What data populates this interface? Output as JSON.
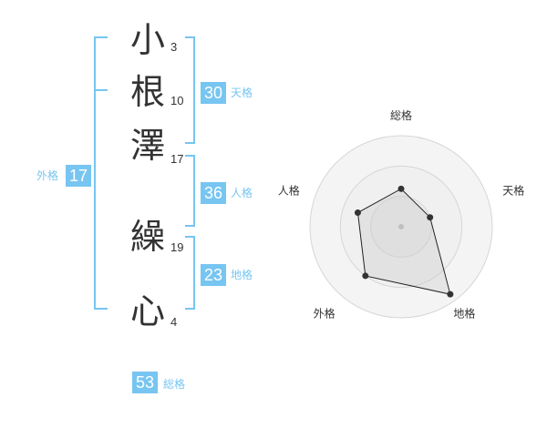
{
  "accent_color": "#77c5f1",
  "name_chars": [
    {
      "char": "小",
      "strokes": "3"
    },
    {
      "char": "根",
      "strokes": "10"
    },
    {
      "char": "澤",
      "strokes": "17"
    },
    {
      "char": "繰",
      "strokes": "19"
    },
    {
      "char": "心",
      "strokes": "4"
    }
  ],
  "kaku": {
    "ten": {
      "value": "30",
      "label": "天格"
    },
    "jin": {
      "value": "36",
      "label": "人格"
    },
    "chi": {
      "value": "23",
      "label": "地格"
    },
    "gai": {
      "value": "17",
      "label": "外格"
    },
    "sou": {
      "value": "53",
      "label": "総格"
    }
  },
  "chart_data": {
    "type": "radar",
    "axes": [
      "総格",
      "天格",
      "地格",
      "外格",
      "人格"
    ],
    "values": [
      0.5,
      0.4,
      1.1,
      0.8,
      0.6
    ],
    "max": 1.2,
    "rings": 3
  }
}
